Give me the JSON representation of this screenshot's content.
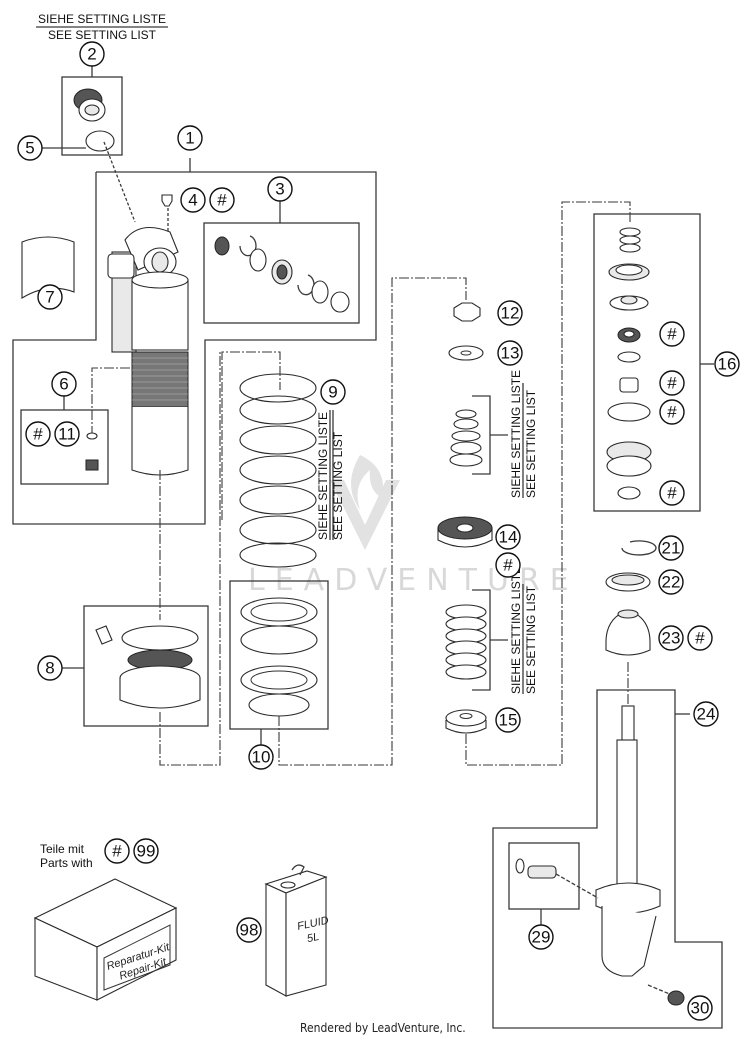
{
  "diagram": {
    "type": "exploded-parts-diagram",
    "subject": "Shock absorber disassembled",
    "setting_note": {
      "de": "SIEHE SETTING LISTE",
      "en": "SEE SETTING LIST"
    },
    "watermark": "LEADVENTURE",
    "footer": "Rendered by LeadVenture, Inc.",
    "legend": {
      "line1": "Teile mit",
      "line2": "Parts with",
      "hash_symbol": "#",
      "kit_ref": "99"
    },
    "repair_kit_label": {
      "line1": "Reparatur-Kit",
      "line2": "Repair-Kit"
    },
    "fluid_label": {
      "line1": "FLUID",
      "line2": "5L"
    },
    "callouts": {
      "c1": "1",
      "c2": "2",
      "c3": "3",
      "c4": "4",
      "c5": "5",
      "c6": "6",
      "c7": "7",
      "c8": "8",
      "c9": "9",
      "c10": "10",
      "c11": "11",
      "c12": "12",
      "c13": "13",
      "c14": "14",
      "c15": "15",
      "c16": "16",
      "c21": "21",
      "c22": "22",
      "c23": "23",
      "c24": "24",
      "c29": "29",
      "c30": "30",
      "c98": "98",
      "c99": "99"
    },
    "hash": "#"
  }
}
